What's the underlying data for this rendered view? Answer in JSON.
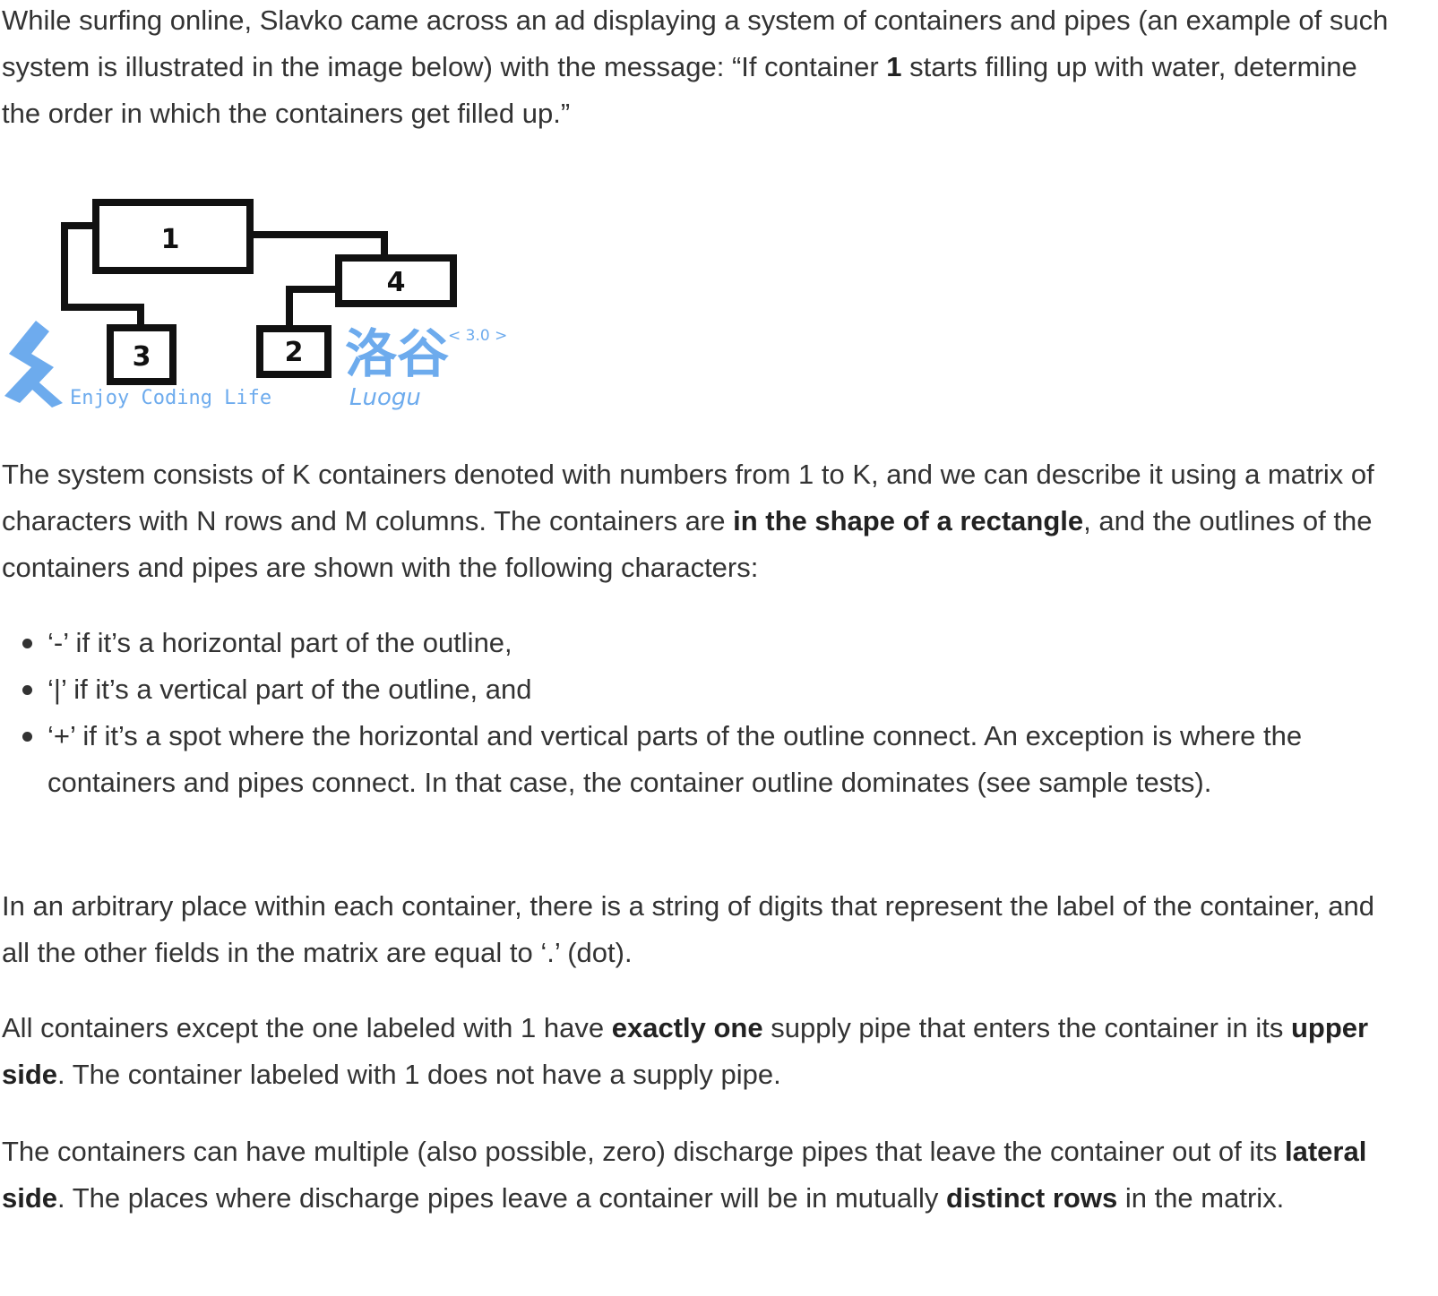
{
  "intro": {
    "t1": "While surfing online, Slavko came across an ad displaying a system of containers and pipes (an example of such system is illustrated in the image below) with the message: “If container ",
    "b1": "1",
    "t2": " starts filling up with water, determine the order in which the containers get filled up.”"
  },
  "figure": {
    "labels": [
      "1",
      "2",
      "3",
      "4"
    ],
    "watermark": {
      "logo": "洛谷",
      "version": "< 3.0 >",
      "brand": "Luogu",
      "slogan": "Enjoy Coding Life",
      "color": "#3d8fe8"
    }
  },
  "system": {
    "t1": "The system consists of K containers denoted with numbers from 1 to K, and we can describe it using a matrix of characters with N rows and M columns. The containers are ",
    "b1": "in the shape of a rectangle",
    "t2": ", and the outlines of the containers and pipes are shown with the following characters:"
  },
  "bullets": [
    "‘-’ if it’s a horizontal part of the outline,",
    "‘|’ if it’s a vertical part of the outline, and",
    "‘+’ if it’s a spot where the horizontal and vertical parts of the outline connect. An exception is where the containers and pipes connect. In that case, the container outline dominates (see sample tests)."
  ],
  "labels_para": "In an arbitrary place within each container, there is a string of digits that represent the label of the container, and all the other fields in the matrix are equal to ‘.’ (dot).",
  "supply": {
    "t1": "All containers except the one labeled with 1 have ",
    "b1": "exactly one",
    "t2": " supply pipe that enters the container in its ",
    "b2": "upper side",
    "t3": ". The container labeled with 1 does not have a supply pipe."
  },
  "discharge": {
    "t1": "The containers can have multiple (also possible, zero) discharge pipes that leave the container out of its ",
    "b1": "lateral side",
    "t2": ". The places where discharge pipes leave a container will be in mutually ",
    "b2": "distinct rows",
    "t3": " in the matrix."
  }
}
